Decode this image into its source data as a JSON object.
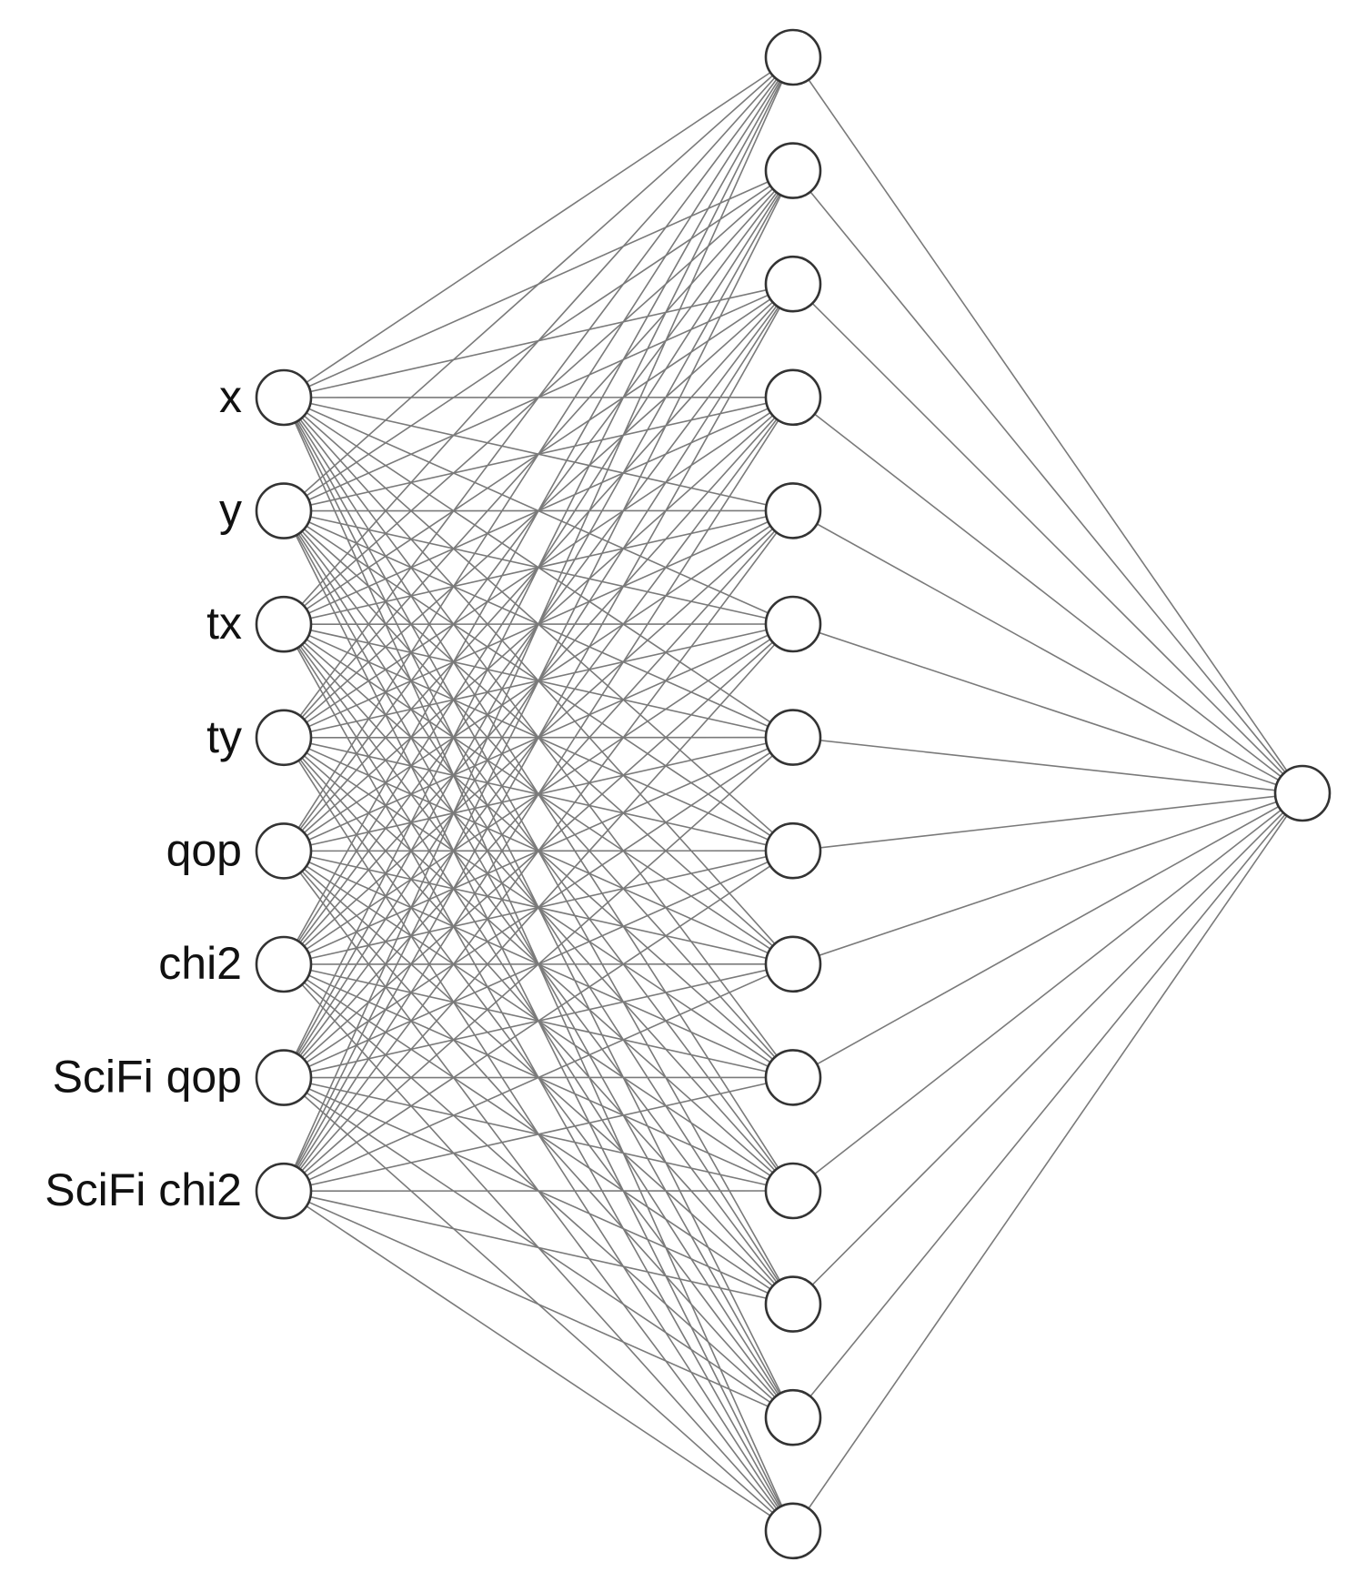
{
  "diagram": {
    "type": "neural-network",
    "layers": [
      {
        "name": "input",
        "size": 8,
        "labels": [
          "x",
          "y",
          "tx",
          "ty",
          "qop",
          "chi2",
          "SciFi qop",
          "SciFi chi2"
        ]
      },
      {
        "name": "hidden",
        "size": 14,
        "labels": []
      },
      {
        "name": "output",
        "size": 1,
        "labels": []
      }
    ],
    "connections": "fully-connected",
    "colors": {
      "edge": "#7a7a7a",
      "node_stroke": "#333333",
      "node_fill": "#ffffff",
      "label": "#111111"
    }
  }
}
